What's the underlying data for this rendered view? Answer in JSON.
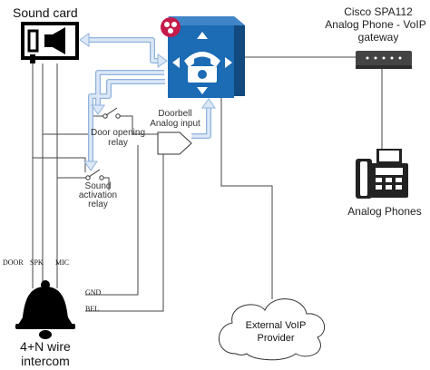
{
  "labels": {
    "sound_card": "Sound card",
    "cisco_line1": "Cisco SPA112",
    "cisco_line2": "Analog Phone - VoIP",
    "cisco_line3": "gateway",
    "doorbell_line1": "Doorbell",
    "doorbell_line2": "Analog input",
    "door_relay_line1": "Door opening",
    "door_relay_line2": "relay",
    "sound_relay_line1": "Sound",
    "sound_relay_line2": "activation",
    "sound_relay_line3": "relay",
    "analog_phones": "Analog Phones",
    "voip_line1": "External VoIP",
    "voip_line2": "Provider",
    "intercom_line1": "4+N wire",
    "intercom_line2": "intercom",
    "wire_door": "DOOR",
    "wire_spk": "SPK",
    "wire_mic": "MIC",
    "wire_gnd": "GND",
    "wire_bel": "BEL"
  },
  "colors": {
    "device_blue": "#1b6bb5",
    "device_dark": "#124a80",
    "arrow_fill": "#dce8f7",
    "arrow_stroke": "#8fb3dd",
    "line": "#444444",
    "raspberry": "#c51a4a"
  },
  "icons": {
    "sound_card": "sound-card-icon",
    "gateway": "voip-gateway-icon",
    "phone": "analog-phone-icon",
    "bell": "bell-icon",
    "cloud": "cloud-icon",
    "pi": "raspberry-pi-icon",
    "and_gate": "and-gate-icon"
  }
}
